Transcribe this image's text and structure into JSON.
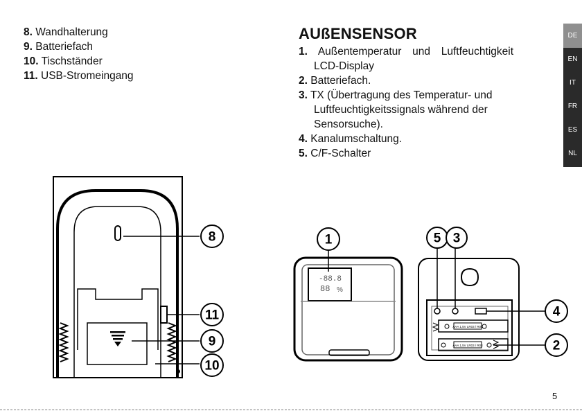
{
  "left_list": [
    {
      "num": "8.",
      "text": "Wandhalterung"
    },
    {
      "num": "9.",
      "text": "Batteriefach"
    },
    {
      "num": "10.",
      "text": "Tischständer"
    },
    {
      "num": "11.",
      "text": "USB-Stromeingang"
    }
  ],
  "outdoor": {
    "title": "AUßENSENSOR",
    "items": [
      {
        "num": "1.",
        "text": "Außentemperatur und Luftfeuchtigkeit LCD-Display"
      },
      {
        "num": "2.",
        "text": "Batteriefach."
      },
      {
        "num": "3.",
        "text": "TX (Übertragung des Temperatur- und Luftfeuchtigkeitssignals während der Sensorsuche)."
      },
      {
        "num": "4.",
        "text": "Kanalumschaltung."
      },
      {
        "num": "5.",
        "text": "C/F-Schalter"
      }
    ]
  },
  "language_tabs": [
    "DE",
    "EN",
    "IT",
    "FR",
    "ES",
    "NL"
  ],
  "active_language": "DE",
  "callouts": {
    "c8": "8",
    "c11": "11",
    "c9": "9",
    "c10": "10",
    "c1": "1",
    "c5": "5",
    "c3": "3",
    "c4": "4",
    "c2": "2"
  },
  "battery_label": "AAA 1,5V LR03 / R03",
  "lcd_unit": "%",
  "page_number": "5"
}
